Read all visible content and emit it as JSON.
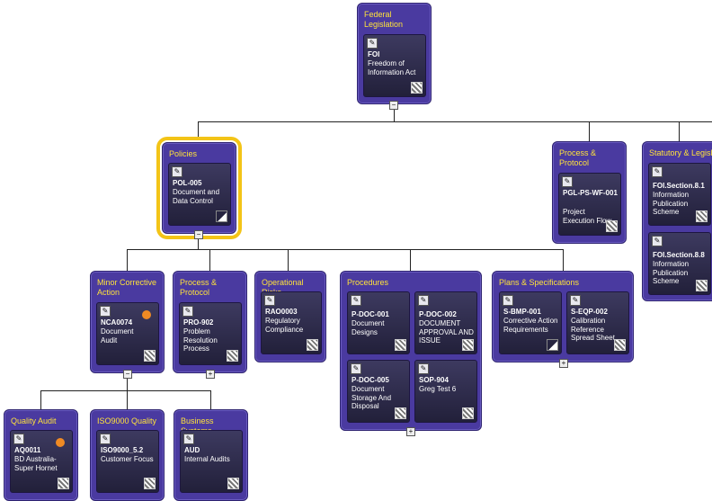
{
  "nodes": {
    "federal": {
      "title": "Federal Legislation",
      "card": {
        "code": "FOI",
        "desc": "Freedom of Information Act"
      }
    },
    "policies": {
      "title": "Policies",
      "card": {
        "code": "POL-005",
        "desc": "Document and Data Control"
      }
    },
    "process_protocol_top": {
      "title": "Process & Protocol",
      "card": {
        "code": "PGL-PS-WF-001",
        "desc": "Project Execution Flow"
      }
    },
    "statutory": {
      "title": "Statutory & Legisla",
      "cards": [
        {
          "code": "FOI.Section.8.1",
          "desc": "Information Publication Scheme"
        },
        {
          "code": "FOI.Section.8.8",
          "desc": "Information Publication Scheme"
        }
      ]
    },
    "minor_corrective": {
      "title": "Minor Corrective Action",
      "card": {
        "code": "NCA0074",
        "desc": "Document Audit"
      }
    },
    "process_protocol_mid": {
      "title": "Process & Protocol",
      "card": {
        "code": "PRO-902",
        "desc": "Problem Resolution Process"
      }
    },
    "operational_risks": {
      "title": "Operational Risks",
      "card": {
        "code": "RAO0003",
        "desc": "Regulatory Compliance"
      }
    },
    "procedures": {
      "title": "Procedures",
      "cards": [
        {
          "code": "P-DOC-001",
          "desc": "Document Designs"
        },
        {
          "code": "P-DOC-002",
          "desc": "DOCUMENT APPROVAL AND ISSUE"
        },
        {
          "code": "P-DOC-005",
          "desc": "Document Storage And Disposal"
        },
        {
          "code": "SOP-904",
          "desc": "Greg Test 6"
        }
      ]
    },
    "plans_specs": {
      "title": "Plans & Specifications",
      "cards": [
        {
          "code": "S-BMP-001",
          "desc": "Corrective Action Requirements"
        },
        {
          "code": "S-EQP-002",
          "desc": "Calibration Reference Spread Sheet"
        }
      ]
    },
    "quality_audit": {
      "title": "Quality Audit",
      "card": {
        "code": "AQ0011",
        "desc": "BD Australia-Super Hornet"
      }
    },
    "iso9000": {
      "title": "ISO9000 Quality",
      "card": {
        "code": "ISO9000_5.2",
        "desc": "Customer Focus"
      }
    },
    "business_systems": {
      "title": "Business Systems",
      "card": {
        "code": "AUD",
        "desc": "Internal Audits"
      }
    }
  },
  "toggles": {
    "collapse": "−",
    "expand": "+"
  },
  "icons": {
    "edit": "pencil-icon",
    "qr": "qr-code-icon",
    "status": "status-dot-icon"
  },
  "colors": {
    "node_bg": "#4a3aa0",
    "title": "#ffe33a",
    "selected_outline": "#f3c417",
    "status_dot": "#f08a24"
  }
}
